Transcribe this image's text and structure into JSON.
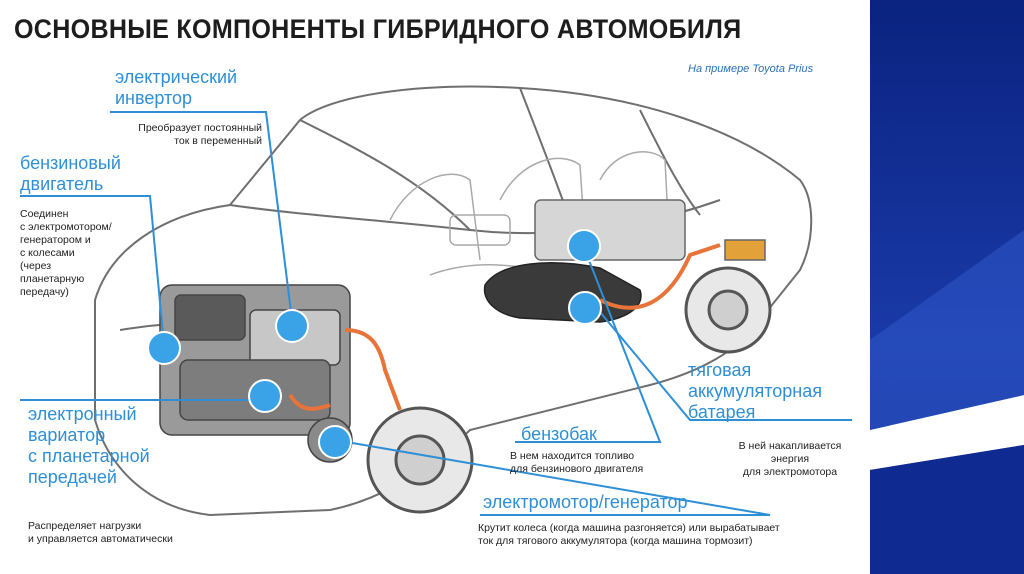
{
  "title": "ОСНОВНЫЕ КОМПОНЕНТЫ ГИБРИДНОГО АВТОМОБИЛЯ",
  "subtitle": "На примере Toyota Prius",
  "components": [
    {
      "name_lines": [
        "электрический",
        "инвертор"
      ],
      "desc_lines": [
        "Преобразует постоянный",
        "ток в переменный"
      ]
    },
    {
      "name_lines": [
        "бензиновый",
        "двигатель"
      ],
      "desc_lines": [
        "Соединен",
        "с электромотором/",
        "генератором и",
        "с колесами",
        "(через",
        "планетарную",
        "передачу)"
      ]
    },
    {
      "name_lines": [
        "электронный",
        "вариатор",
        "с планетарной",
        "передачей"
      ],
      "desc_lines": [
        "Распределяет нагрузки",
        "и управляется автоматически"
      ]
    },
    {
      "name_lines": [
        "бензобак"
      ],
      "desc_lines": [
        "В нем находится топливо",
        "для бензинового двигателя"
      ]
    },
    {
      "name_lines": [
        "электромотор/генератор"
      ],
      "desc_lines": [
        "Крутит колеса (когда машина разгоняется) или вырабатывает",
        "ток для тягового аккумулятора (когда машина тормозит)"
      ]
    },
    {
      "name_lines": [
        "тяговая",
        "аккумуляторная",
        "батарея"
      ],
      "desc_lines": [
        "В ней накапливается",
        "энергия",
        "для электромотора"
      ]
    }
  ],
  "colors": {
    "label_blue": "#2f8fd6",
    "marker_blue": "#3aa3e8",
    "cable_orange": "#e8743a",
    "side_dark": "#0b2a8a",
    "side_light": "#3b5fd0"
  }
}
